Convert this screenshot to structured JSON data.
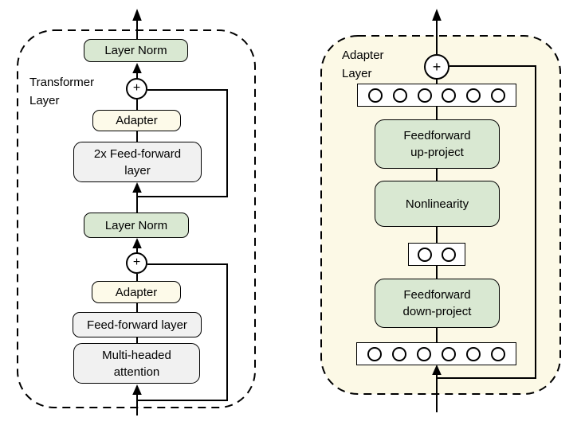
{
  "figure": {
    "transformer_panel": {
      "label": "Transformer\nLayer",
      "layer_norm_top": "Layer Norm",
      "adapter_top": "Adapter",
      "feedforward_2x": "2x Feed-forward\nlayer",
      "layer_norm_bottom": "Layer Norm",
      "adapter_bottom": "Adapter",
      "feedforward": "Feed-forward layer",
      "multi_head_attention": "Multi-headed\nattention",
      "add_symbol_top": "+",
      "add_symbol_bottom": "+"
    },
    "adapter_panel": {
      "label": "Adapter\nLayer",
      "feedforward_up": "Feedforward\nup-project",
      "nonlinearity": "Nonlinearity",
      "feedforward_down": "Feedforward\ndown-project",
      "add_symbol": "+",
      "feature_circles": {
        "output": 6,
        "bottleneck": 2,
        "input": 6
      }
    },
    "colors": {
      "box_green": "#d9e8d2",
      "box_yellow": "#fdfae9",
      "box_gray": "#f1f1f1",
      "panel_cream": "#fcf9e6",
      "stroke": "#000000",
      "background": "#ffffff"
    }
  }
}
